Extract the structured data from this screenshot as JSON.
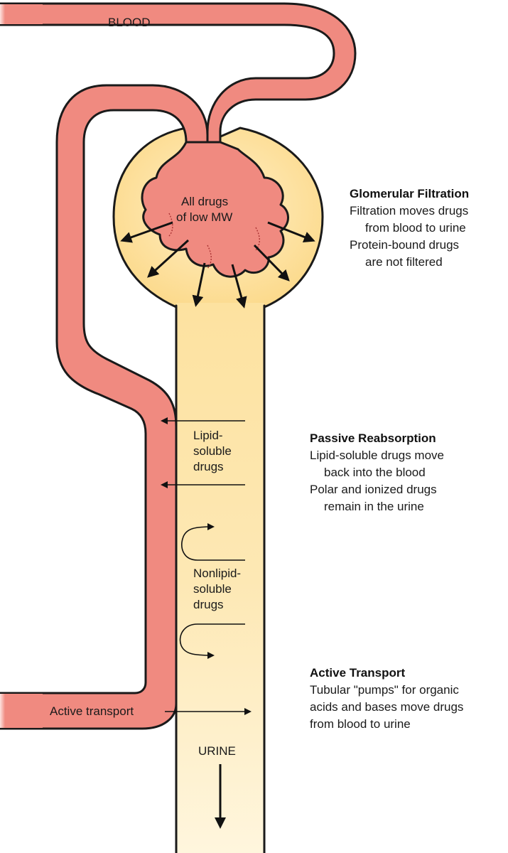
{
  "labels": {
    "blood": "BLOOD",
    "urine": "URINE",
    "glomerulus_line1": "All drugs",
    "glomerulus_line2": "of low MW",
    "lipid_line1": "Lipid-",
    "lipid_line2": "soluble",
    "lipid_line3": "drugs",
    "nonlipid_line1": "Nonlipid-",
    "nonlipid_line2": "soluble",
    "nonlipid_line3": "drugs",
    "active_transport": "Active transport"
  },
  "sections": {
    "glomerular": {
      "title": "Glomerular Filtration",
      "lines": [
        "Filtration moves drugs",
        "from blood to urine",
        "Protein-bound drugs",
        "are not filtered"
      ]
    },
    "passive": {
      "title": "Passive Reabsorption",
      "lines": [
        "Lipid-soluble drugs move",
        "back into the blood",
        "Polar and ionized drugs",
        "remain in the urine"
      ]
    },
    "active": {
      "title": "Active Transport",
      "lines": [
        "Tubular \"pumps\" for organic",
        "acids and bases move drugs",
        "from blood to urine"
      ]
    }
  },
  "colors": {
    "blood": "#f08a80",
    "filtrate": "#fde2a0",
    "urine_light": "#fff4d6",
    "outline": "#1a1a1a"
  }
}
